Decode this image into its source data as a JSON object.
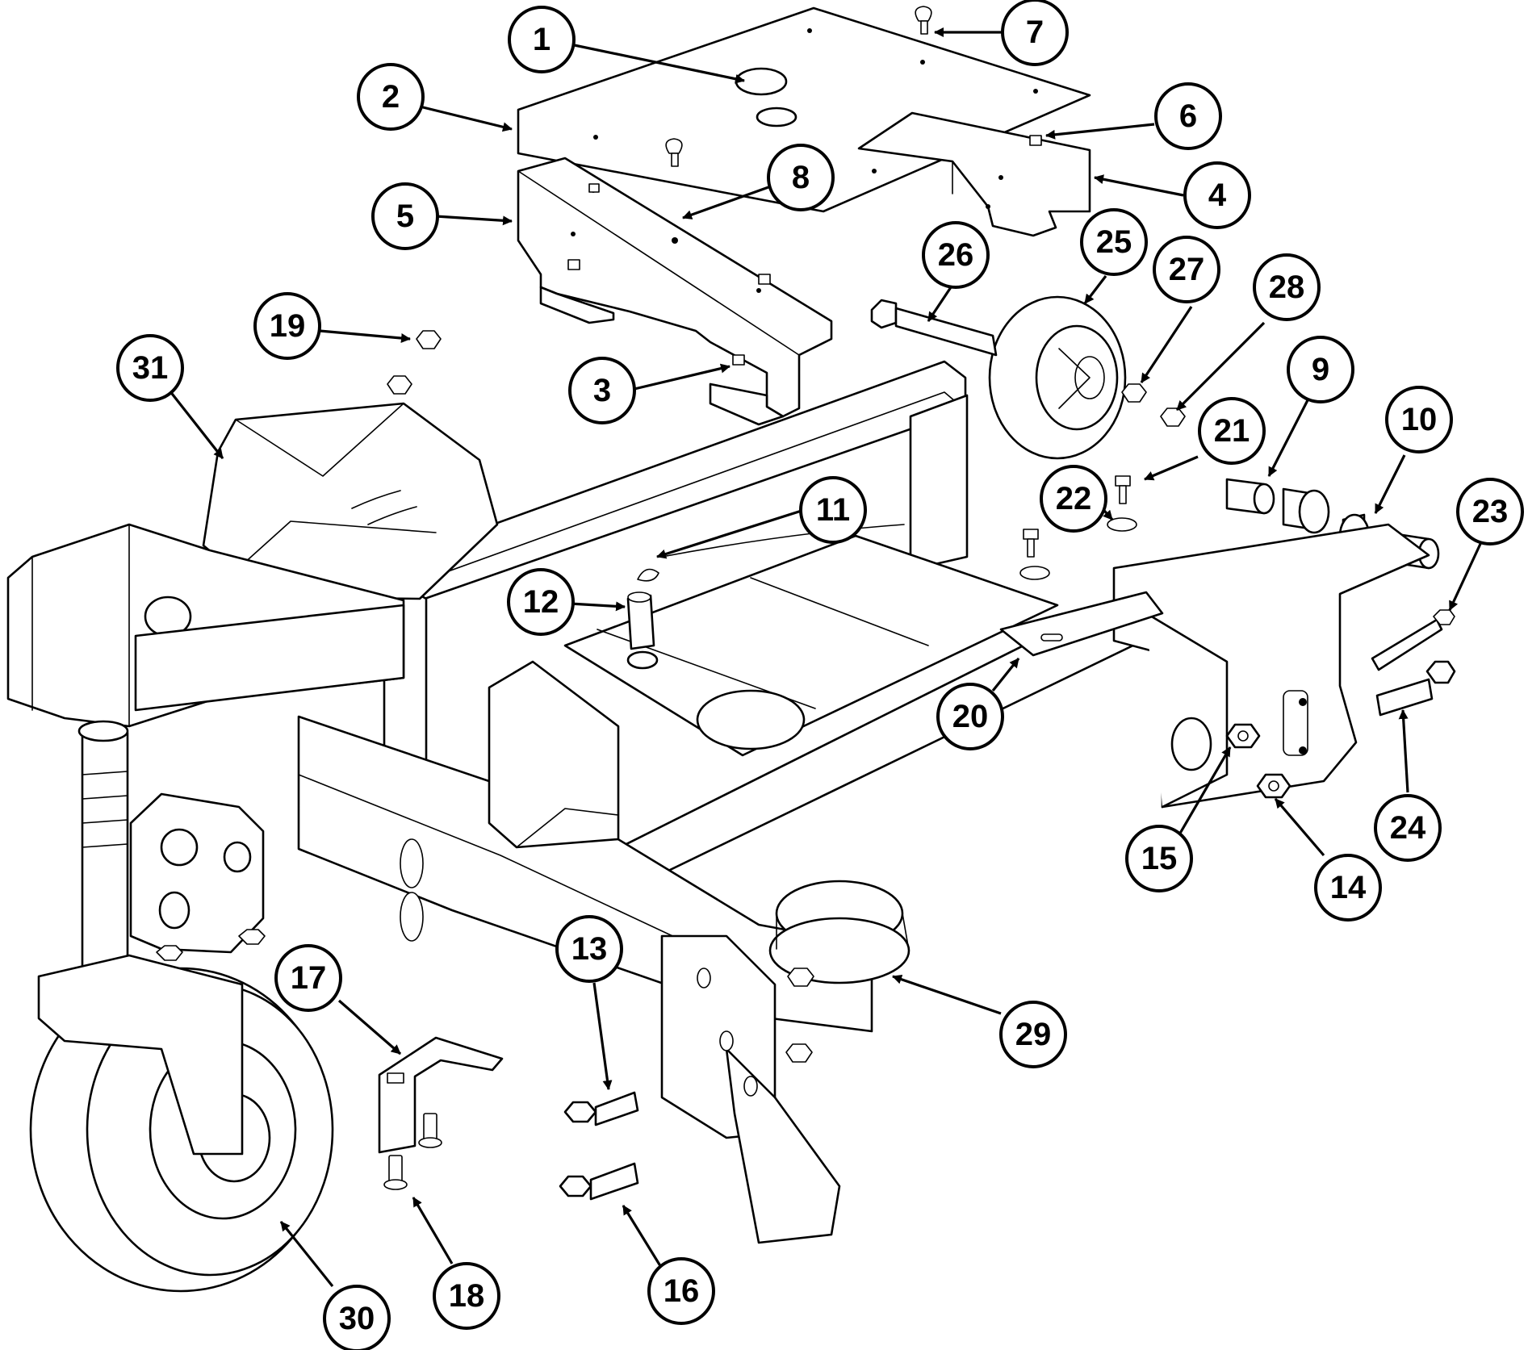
{
  "diagram": {
    "colors": {
      "line": "#000000",
      "background": "#ffffff"
    },
    "callouts": [
      {
        "id": "c1",
        "label": "1"
      },
      {
        "id": "c2",
        "label": "2"
      },
      {
        "id": "c3",
        "label": "3"
      },
      {
        "id": "c4",
        "label": "4"
      },
      {
        "id": "c5",
        "label": "5"
      },
      {
        "id": "c6",
        "label": "6"
      },
      {
        "id": "c7",
        "label": "7"
      },
      {
        "id": "c8",
        "label": "8"
      },
      {
        "id": "c9",
        "label": "9"
      },
      {
        "id": "c10",
        "label": "10"
      },
      {
        "id": "c11",
        "label": "11"
      },
      {
        "id": "c12",
        "label": "12"
      },
      {
        "id": "c13",
        "label": "13"
      },
      {
        "id": "c14",
        "label": "14"
      },
      {
        "id": "c15",
        "label": "15"
      },
      {
        "id": "c16",
        "label": "16"
      },
      {
        "id": "c17",
        "label": "17"
      },
      {
        "id": "c18",
        "label": "18"
      },
      {
        "id": "c19",
        "label": "19"
      },
      {
        "id": "c20",
        "label": "20"
      },
      {
        "id": "c21",
        "label": "21"
      },
      {
        "id": "c22",
        "label": "22"
      },
      {
        "id": "c23",
        "label": "23"
      },
      {
        "id": "c24",
        "label": "24"
      },
      {
        "id": "c25",
        "label": "25"
      },
      {
        "id": "c26",
        "label": "26"
      },
      {
        "id": "c27",
        "label": "27"
      },
      {
        "id": "c28",
        "label": "28"
      },
      {
        "id": "c29",
        "label": "29"
      },
      {
        "id": "c30",
        "label": "30"
      },
      {
        "id": "c31",
        "label": "31"
      }
    ]
  }
}
